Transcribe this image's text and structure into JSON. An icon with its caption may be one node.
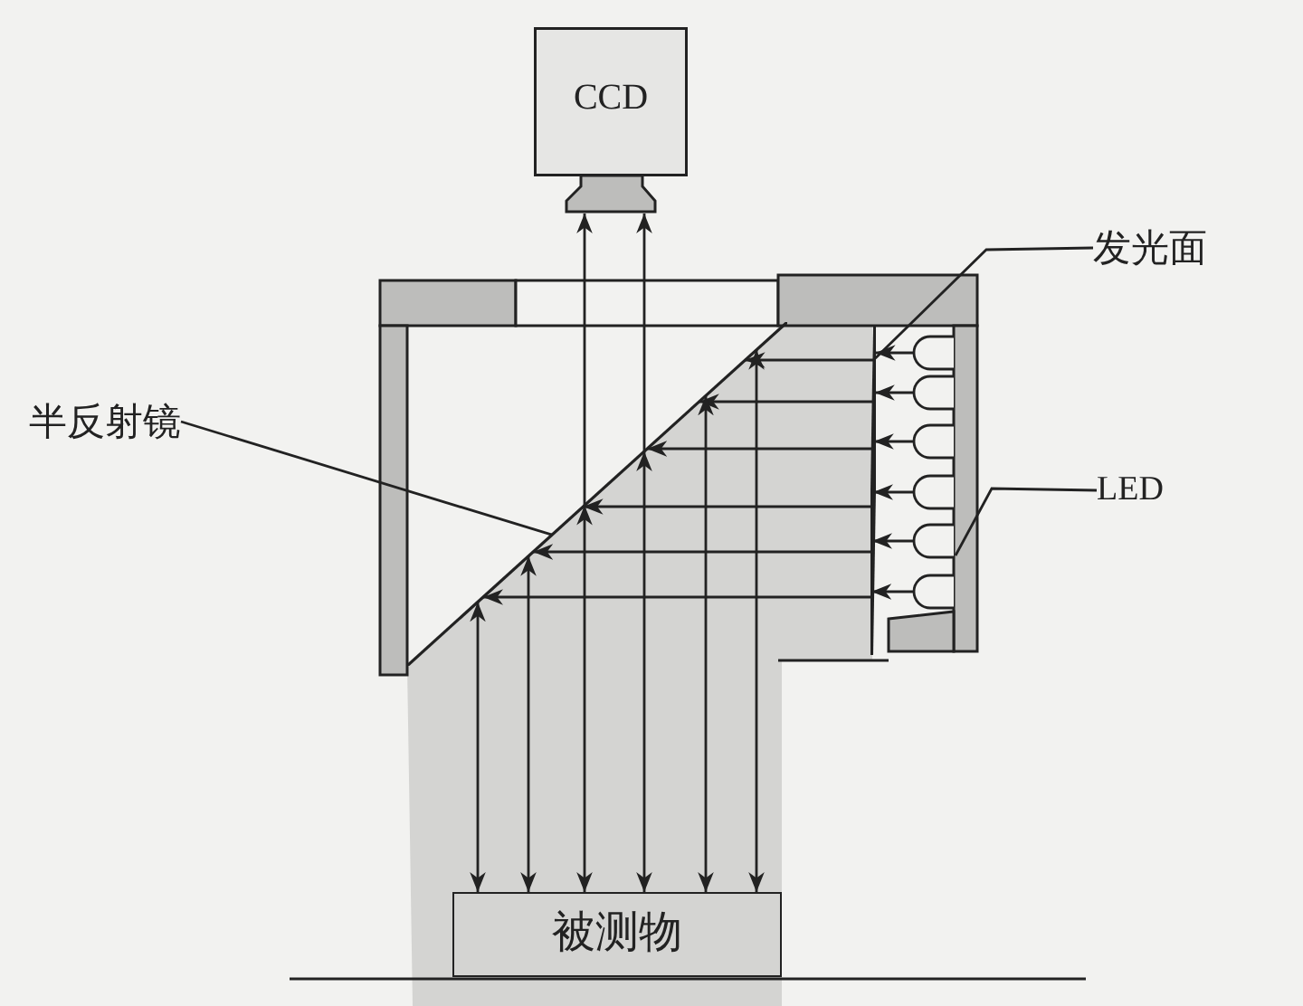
{
  "diagram": {
    "nodes": [
      {
        "text": [
          "CCD"
        ]
      },
      {
        "text": [
          "被测物"
        ]
      },
      {
        "text": [
          "半反射镜"
        ]
      },
      {
        "text": [],
        "shape": "bar"
      },
      {
        "text": [
          "发光面"
        ]
      },
      {
        "text": [],
        "shape": "bar"
      },
      {
        "text": [
          "LED"
        ]
      },
      {
        "text": [],
        "shape": "picture"
      }
    ],
    "edges": [
      {
        "from": 2,
        "to": 3,
        "arrow": "none"
      },
      {
        "from": 4,
        "to": 5,
        "arrow": "none"
      },
      {
        "from": 6,
        "to": 7,
        "arrow": "none"
      },
      {
        "from": 5,
        "to": 3,
        "arrow": "to"
      },
      {
        "from": 5,
        "to": 3,
        "arrow": "to"
      },
      {
        "from": 5,
        "to": 3,
        "arrow": "to"
      },
      {
        "from": 5,
        "to": 3,
        "arrow": "to"
      },
      {
        "from": 5,
        "to": 3,
        "arrow": "to"
      },
      {
        "from": 5,
        "to": 3,
        "arrow": "to"
      },
      {
        "from": 7,
        "to": 5,
        "arrow": "to"
      },
      {
        "from": 7,
        "to": 5,
        "arrow": "to"
      },
      {
        "from": 7,
        "to": 5,
        "arrow": "to"
      },
      {
        "from": 7,
        "to": 5,
        "arrow": "to"
      },
      {
        "from": 7,
        "to": 5,
        "arrow": "to"
      },
      {
        "from": 7,
        "to": 5,
        "arrow": "to"
      },
      {
        "from": 1,
        "to": 3,
        "arrow": "both"
      },
      {
        "from": 1,
        "to": 3,
        "arrow": "both"
      },
      {
        "from": 1,
        "to": 3,
        "arrow": "both"
      },
      {
        "from": 1,
        "to": 3,
        "arrow": "both"
      },
      {
        "from": 1,
        "to": 3,
        "arrow": "both"
      },
      {
        "from": 1,
        "to": 3,
        "arrow": "both"
      },
      {
        "from": 3,
        "to": 0,
        "arrow": "to"
      },
      {
        "from": 3,
        "to": 0,
        "arrow": "to"
      }
    ]
  }
}
